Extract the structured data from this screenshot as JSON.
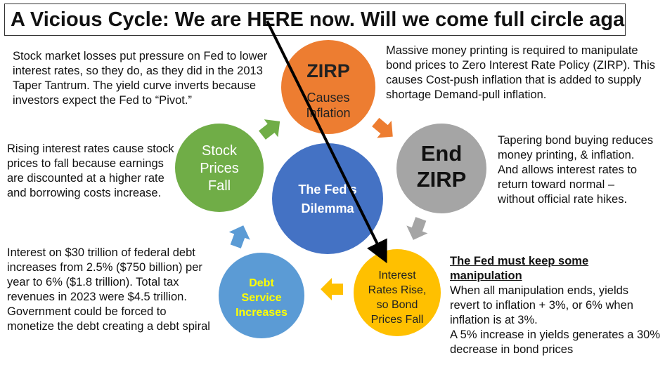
{
  "title": "A Vicious Cycle: We are HERE now. Will we come full circle again?",
  "center": {
    "lines": [
      "The Fed's",
      "Dilemma"
    ]
  },
  "stages": {
    "zirp": {
      "title": "ZIRP",
      "lines": [
        "Causes",
        "Inflation"
      ]
    },
    "end_zirp": {
      "lines": [
        "End",
        "ZIRP"
      ]
    },
    "interest": {
      "lines": [
        "Interest",
        "Rates Rise,",
        "so Bond",
        "Prices Fall"
      ]
    },
    "debt": {
      "lines": [
        "Debt",
        "Service",
        "Increases"
      ]
    },
    "stock": {
      "lines": [
        "Stock",
        "Prices",
        "Fall"
      ]
    }
  },
  "notes": {
    "top_left": [
      "Stock market losses put pressure on Fed to lower",
      "interest rates, so they do, as they did in the 2013",
      "Taper Tantrum. The yield curve inverts because",
      "investors expect the Fed to “Pivot.”"
    ],
    "top_right": [
      "Massive money printing is required to manipulate",
      "bond prices to Zero Interest Rate Policy (ZIRP). This",
      "causes Cost-push inflation that is added to supply",
      "shortage Demand-pull inflation."
    ],
    "mid_left": [
      "Rising interest rates cause stock",
      "prices to fall because earnings",
      "are discounted at a higher rate",
      "and borrowing costs increase."
    ],
    "mid_right": [
      "Tapering bond buying reduces",
      "money printing, & inflation.",
      "And allows interest rates to",
      "return toward normal –",
      "without official rate hikes."
    ],
    "bottom_left": [
      "Interest on $30 trillion of federal debt",
      "increases from 2.5% ($750 billion) per",
      "year to 6% ($1.8 trillion). Total tax",
      "revenues in 2023 were $4.5 trillion.",
      "Government could be forced to",
      "monetize the debt creating a debt spiral"
    ],
    "bottom_right_heading": "The Fed must keep some manipulation",
    "bottom_right": [
      "When all manipulation ends, yields",
      "revert to inflation + 3%, or 6% when",
      "inflation is at 3%.",
      "A 5% increase in yields generates a 30%",
      "decrease in bond prices"
    ]
  },
  "colors": {
    "zirp": "#ED7D31",
    "end_zirp": "#A5A5A5",
    "interest": "#FFC000",
    "debt": "#5B9BD5",
    "stock": "#70AD47",
    "center": "#4472C4",
    "debt_text": "#FFFF00"
  }
}
